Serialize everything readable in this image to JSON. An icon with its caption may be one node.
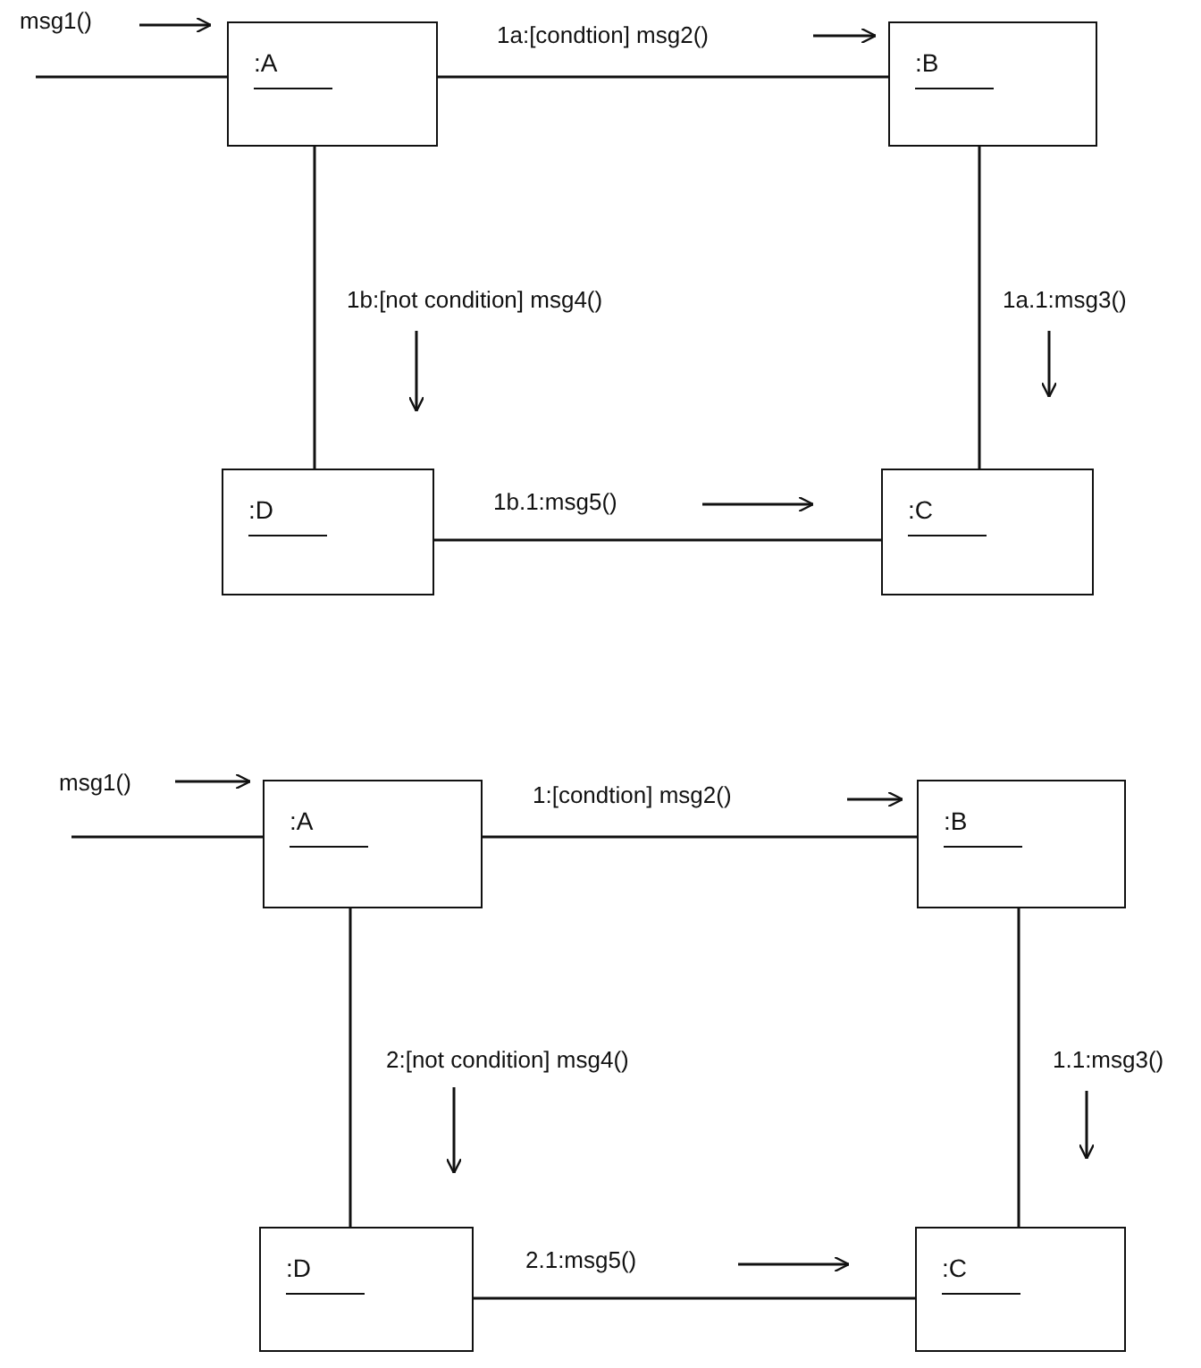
{
  "diagram": {
    "nodes": [
      {
        "text": [
          ":A"
        ]
      },
      {
        "text": [
          ":B"
        ]
      },
      {
        "text": [
          ":D"
        ]
      },
      {
        "text": [
          ":C"
        ]
      },
      {
        "text": [
          ":A"
        ]
      },
      {
        "text": [
          ":B"
        ]
      },
      {
        "text": [
          ":D"
        ]
      },
      {
        "text": [
          ":C"
        ]
      }
    ],
    "edges": [
      {
        "from": null,
        "to": 0,
        "arrow": "none",
        "label": "msg1()"
      },
      {
        "from": 0,
        "to": 1,
        "arrow": "none",
        "label": "1a:[condtion] msg2()"
      },
      {
        "from": 0,
        "to": 2,
        "arrow": "none",
        "label": "1b:[not condition] msg4()"
      },
      {
        "from": 1,
        "to": 3,
        "arrow": "none",
        "label": "1a.1:msg3()"
      },
      {
        "from": 2,
        "to": 3,
        "arrow": "none",
        "label": "1b.1:msg5()"
      },
      {
        "from": null,
        "to": 4,
        "arrow": "none",
        "label": "msg1()"
      },
      {
        "from": 4,
        "to": 5,
        "arrow": "none",
        "label": "1:[condtion] msg2()"
      },
      {
        "from": 4,
        "to": 6,
        "arrow": "none",
        "label": "2:[not condition] msg4()"
      },
      {
        "from": 5,
        "to": 7,
        "arrow": "none",
        "label": "1.1:msg3()"
      },
      {
        "from": 6,
        "to": 7,
        "arrow": "none",
        "label": "2.1:msg5()"
      }
    ]
  }
}
